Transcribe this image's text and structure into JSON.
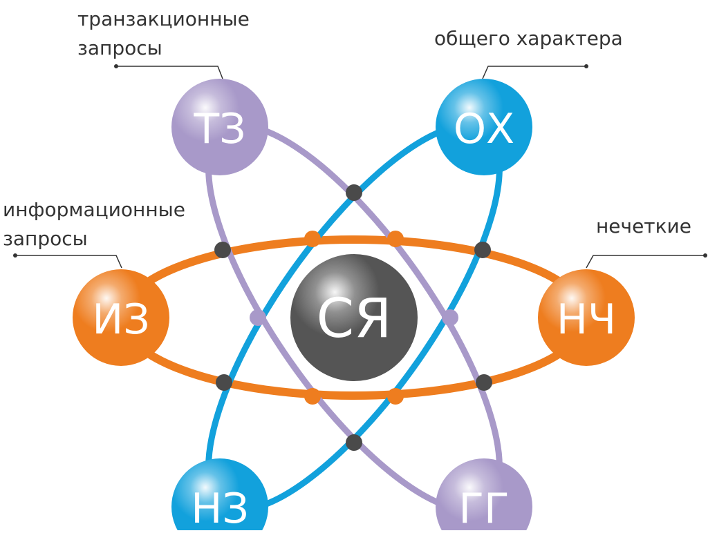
{
  "colors": {
    "orange": "#EE7D1F",
    "blue": "#12A1DC",
    "lavender": "#A899C9",
    "dark": "#555555",
    "junction": "#4A4A4A",
    "text": "#333333"
  },
  "center": {
    "abbr": "СЯ"
  },
  "nodes": {
    "tz": {
      "abbr": "ТЗ",
      "label_lines": [
        "транзакционные",
        "запросы"
      ]
    },
    "ox": {
      "abbr": "ОХ",
      "label_lines": [
        "общего характера"
      ]
    },
    "iz": {
      "abbr": "ИЗ",
      "label_lines": [
        "информационные",
        "запросы"
      ]
    },
    "nch": {
      "abbr": "НЧ",
      "label_lines": [
        "нечеткие"
      ]
    },
    "nz": {
      "abbr": "НЗ"
    },
    "gg": {
      "abbr": "ГГ"
    }
  }
}
